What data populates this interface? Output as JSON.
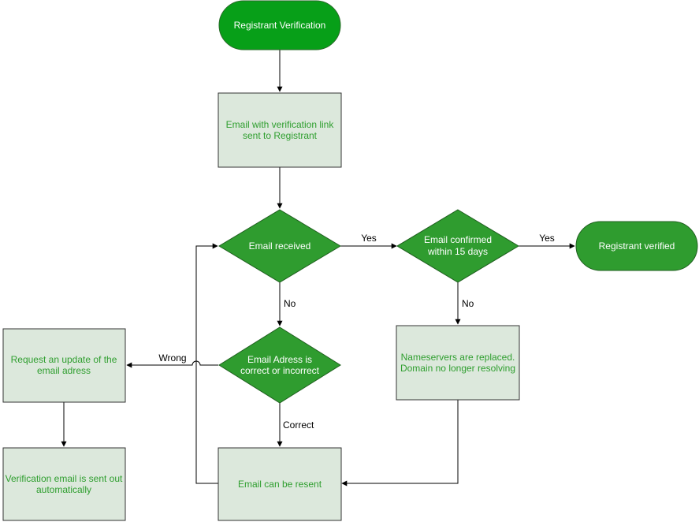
{
  "nodes": {
    "start": {
      "label": "Registrant Verification"
    },
    "send_email": {
      "lines": [
        "Email with verification link",
        "sent to Registrant"
      ]
    },
    "email_received": {
      "label": "Email received"
    },
    "email_confirmed": {
      "lines": [
        "Email confirmed",
        "within 15 days"
      ]
    },
    "registrant_verified": {
      "label": "Registrant verified"
    },
    "address_check": {
      "lines": [
        "Email Adress is",
        "correct or incorrect"
      ]
    },
    "request_update": {
      "lines": [
        "Request an update of the",
        "email adress"
      ]
    },
    "nameservers_replaced": {
      "lines": [
        "Nameservers are replaced.",
        "Domain no longer resolving"
      ]
    },
    "auto_resend": {
      "lines": [
        "Verification email is sent out",
        "automatically"
      ]
    },
    "email_resent": {
      "label": "Email can be resent"
    }
  },
  "edges": {
    "received_yes": "Yes",
    "confirmed_yes": "Yes",
    "received_no": "No",
    "confirmed_no": "No",
    "address_wrong": "Wrong",
    "address_correct": "Correct"
  },
  "colors": {
    "terminal_fill": "#079f18",
    "decision_fill": "#2f9c2f",
    "process_fill": "#dce8dc",
    "process_text": "#2e9e2e",
    "line": "#000000"
  }
}
